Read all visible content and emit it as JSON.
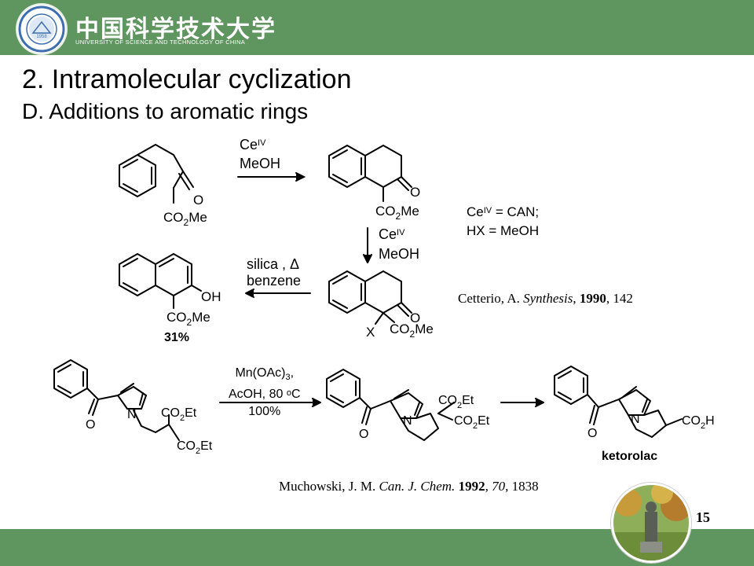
{
  "header": {
    "cn_name": "中国科学技术大学",
    "en_name": "UNIVERSITY OF SCIENCE AND TECHNOLOGY OF CHINA",
    "logo_year": "1958",
    "bar_color": "#5f955f"
  },
  "title": "2. Intramolecular cyclization",
  "subtitle": "D. Additions to aromatic rings",
  "scheme1": {
    "arrow1_reagent": "Ce",
    "arrow1_reagent_sup": "IV",
    "arrow1_solvent": "MeOH",
    "arrow2_reagent": "Ce",
    "arrow2_reagent_sup": "IV",
    "arrow2_solvent": "MeOH",
    "arrow3_line1": "silica , Δ",
    "arrow3_line2": "benzene",
    "definition_ce": "Ce",
    "definition_ce_sup": "IV",
    "definition_ce_rest": " = CAN;",
    "definition_hx": "HX = MeOH",
    "yield": "31%",
    "atoms": {
      "ketone_o": "O",
      "ester": "CO",
      "ester_sub": "2",
      "ester_me": "Me",
      "oh": "OH",
      "x": "X"
    },
    "reference": {
      "authors": "Cetterio, A. ",
      "journal": "Synthesis",
      "sep1": ", ",
      "year": "1990",
      "rest": ", 142"
    }
  },
  "scheme2": {
    "reagent_line1": "Mn(OAc)",
    "reagent_line1_sub": "3",
    "reagent_line1_end": ",",
    "reagent_line2": "AcOH, 80 ",
    "reagent_line2_sup": "o",
    "reagent_line2_end": "C",
    "yield": "100%",
    "product_name": "ketorolac",
    "atoms": {
      "n": "N",
      "o": "O",
      "co2et": "CO",
      "co2et_sub": "2",
      "co2et_end": "Et",
      "co2h": "CO",
      "co2h_sub": "2",
      "co2h_end": "H"
    },
    "reference": {
      "authors": "Muchowski, J. M. ",
      "journal": "Can. J. Chem.",
      "sep1": " ",
      "year": "1992",
      "sep2": ", ",
      "volume": "70",
      "rest": ", 1838"
    }
  },
  "page_number": "15"
}
